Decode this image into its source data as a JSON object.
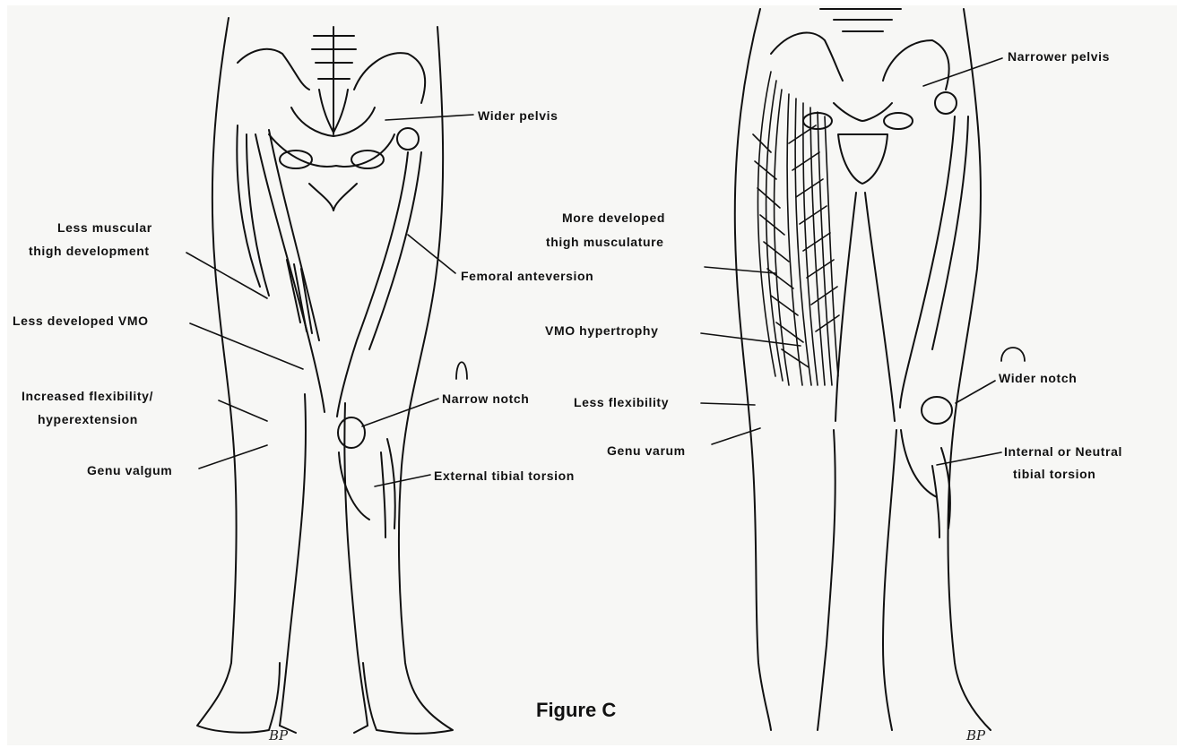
{
  "figure": {
    "caption": "Figure C",
    "signature": "BP"
  },
  "left_figure": {
    "labels": [
      "Wider pelvis",
      "Less muscular",
      "thigh development",
      "Femoral anteversion",
      "Less developed VMO",
      "Increased flexibility/",
      "hyperextension",
      "Narrow notch",
      "Genu valgum",
      "External tibial torsion"
    ]
  },
  "right_figure": {
    "labels": [
      "Narrower pelvis",
      "More developed",
      "thigh musculature",
      "VMO hypertrophy",
      "Wider notch",
      "Less flexibility",
      "Genu varum",
      "Internal or Neutral",
      "tibial torsion"
    ]
  },
  "colors": {
    "ink": "#111111",
    "paper": "#f7f7f5"
  },
  "icons": [
    "notch-arch-icon"
  ]
}
